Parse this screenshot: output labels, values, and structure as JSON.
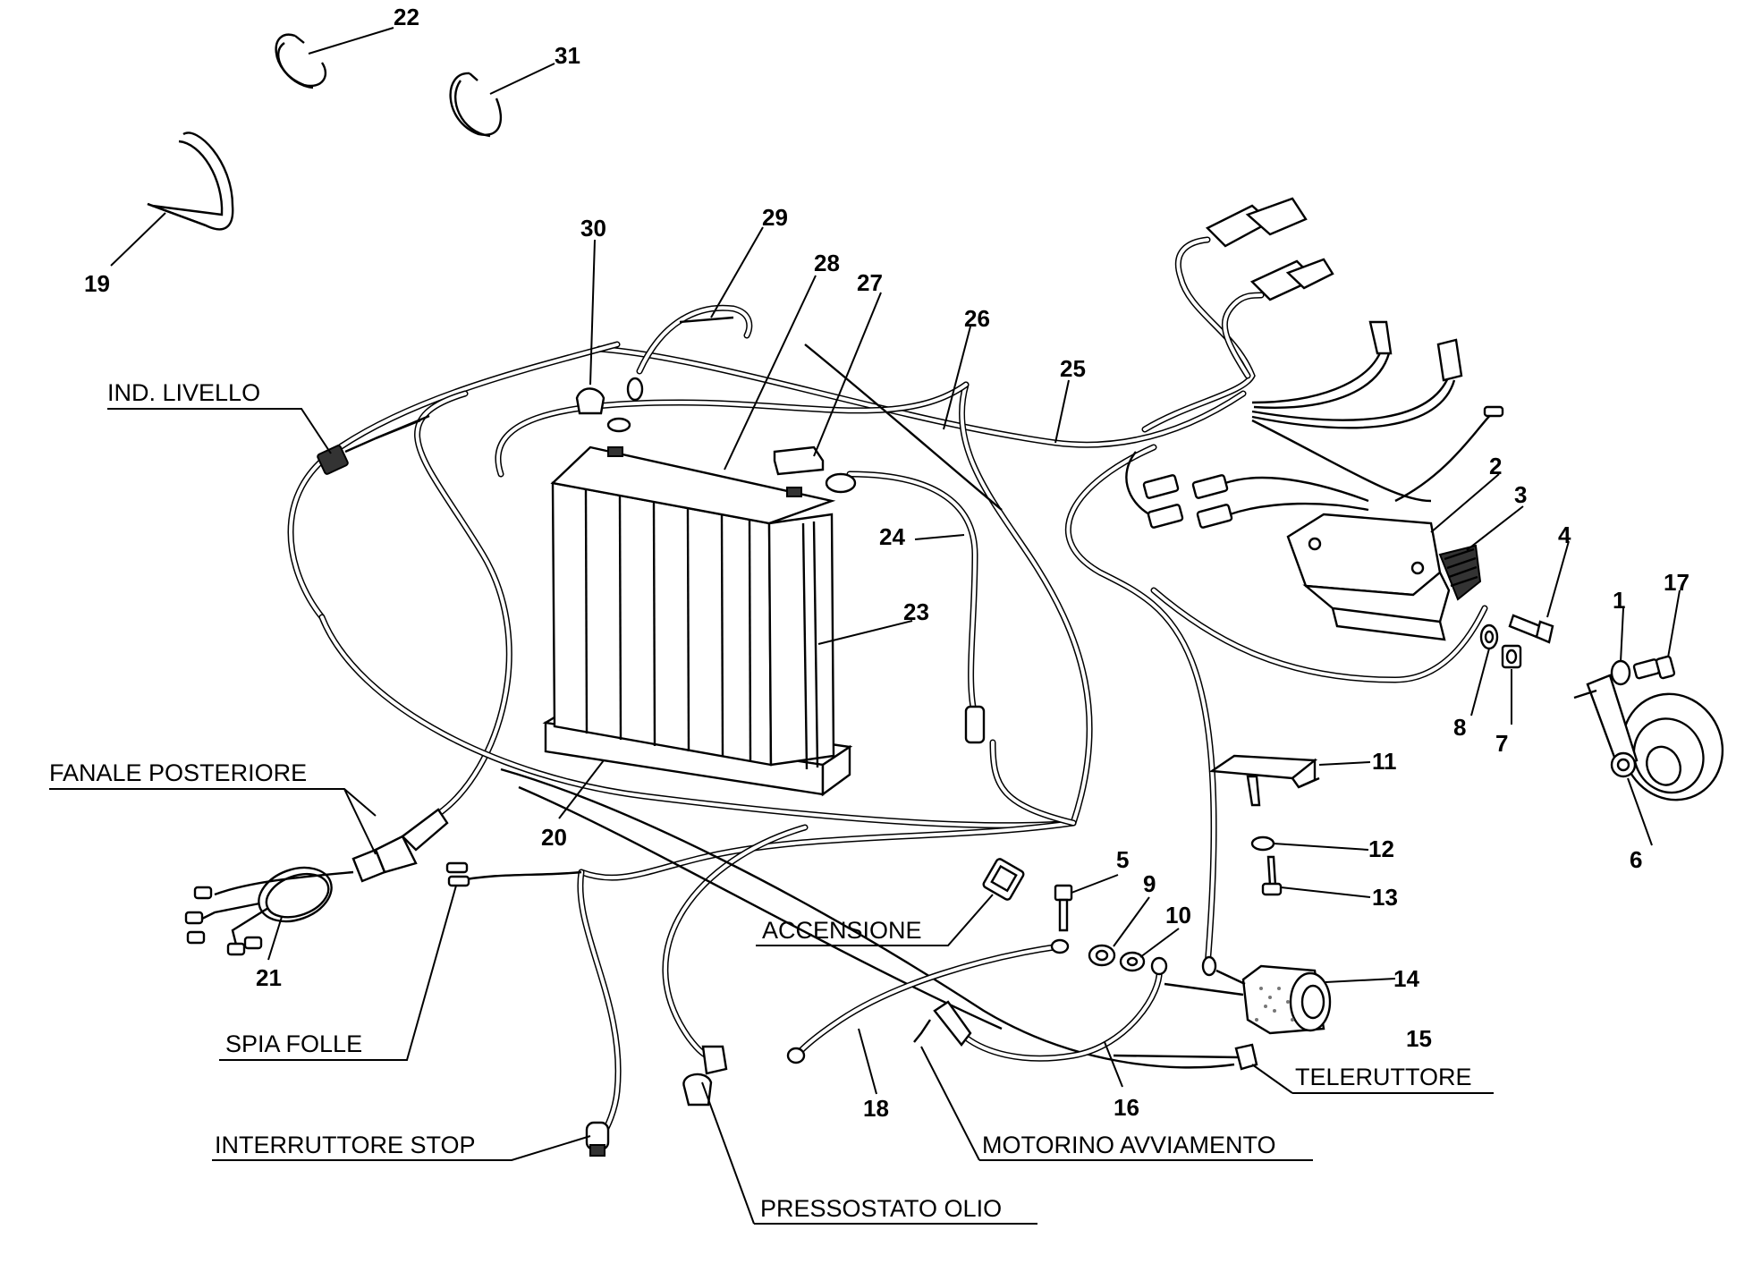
{
  "diagram": {
    "part_numbers": {
      "p1": "1",
      "p2": "2",
      "p3": "3",
      "p4": "4",
      "p5": "5",
      "p6": "6",
      "p7": "7",
      "p8": "8",
      "p9": "9",
      "p10": "10",
      "p11": "11",
      "p12": "12",
      "p13": "13",
      "p14": "14",
      "p15": "15",
      "p16": "16",
      "p17": "17",
      "p18": "18",
      "p19": "19",
      "p20": "20",
      "p21": "21",
      "p22": "22",
      "p23": "23",
      "p24": "24",
      "p25": "25",
      "p26": "26",
      "p27": "27",
      "p28": "28",
      "p29": "29",
      "p30": "30",
      "p31": "31"
    },
    "labels": {
      "ind_livello": "IND. LIVELLO",
      "fanale_posteriore": "FANALE POSTERIORE",
      "spia_folle": "SPIA FOLLE",
      "interruttore_stop": "INTERRUTTORE STOP",
      "pressostato_olio": "PRESSOSTATO OLIO",
      "accensione": "ACCENSIONE",
      "motorino_avviamento": "MOTORINO AVVIAMENTO",
      "teleruttore": "TELERUTTORE"
    }
  }
}
